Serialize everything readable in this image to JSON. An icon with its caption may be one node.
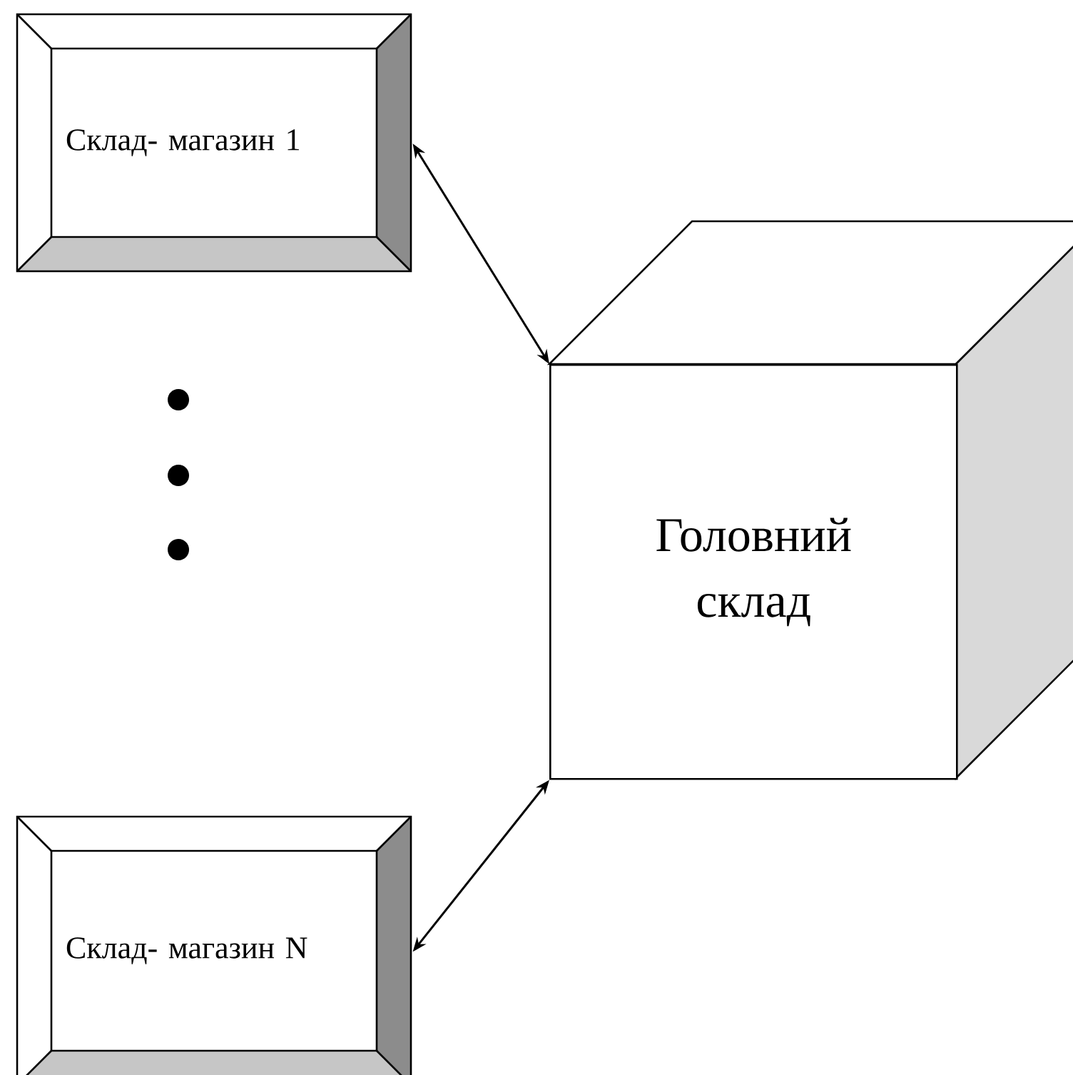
{
  "diagram": {
    "nodes": [
      {
        "text": [
          "Склад- магазин 1"
        ]
      },
      {
        "text": [
          "Головний склад"
        ]
      },
      {
        "text": [
          "Склад- магазин N"
        ]
      }
    ],
    "edges": [
      {
        "from": 0,
        "to": 1,
        "arrow": "both"
      },
      {
        "from": 2,
        "to": 1,
        "arrow": "both"
      }
    ]
  }
}
